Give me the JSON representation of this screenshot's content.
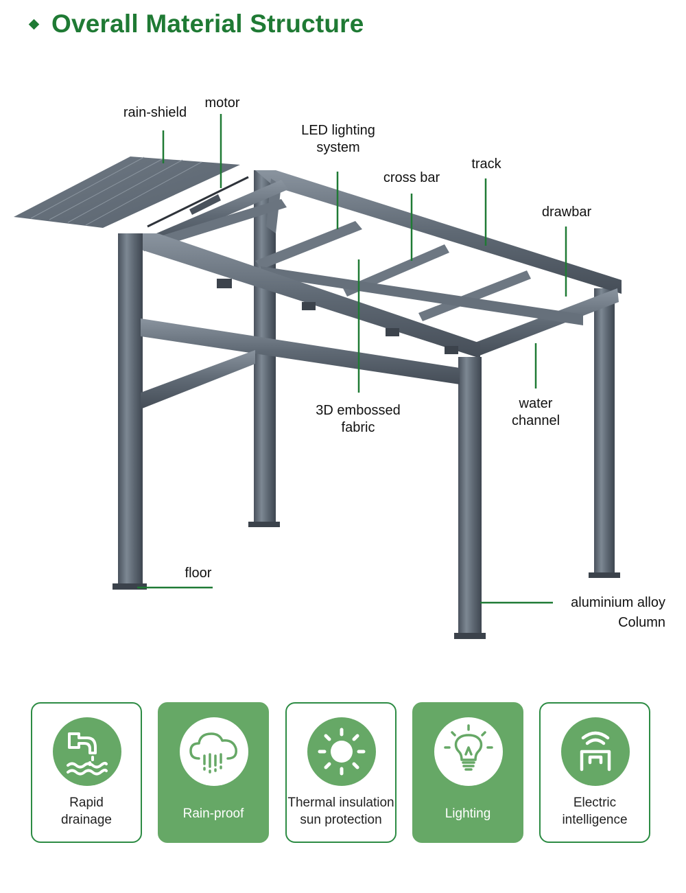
{
  "header": {
    "title": "Overall Material Structure"
  },
  "diagram": {
    "callouts": [
      {
        "id": "rain-shield",
        "lines": [
          "rain-shield"
        ]
      },
      {
        "id": "motor",
        "lines": [
          "motor"
        ]
      },
      {
        "id": "led",
        "lines": [
          "LED lighting",
          "system"
        ]
      },
      {
        "id": "track",
        "lines": [
          "track"
        ]
      },
      {
        "id": "cross-bar",
        "lines": [
          "cross bar"
        ]
      },
      {
        "id": "drawbar",
        "lines": [
          "drawbar"
        ]
      },
      {
        "id": "fabric",
        "lines": [
          "3D embossed",
          "fabric"
        ]
      },
      {
        "id": "water-channel",
        "lines": [
          "water",
          "channel"
        ]
      },
      {
        "id": "floor",
        "lines": [
          "floor"
        ]
      },
      {
        "id": "column",
        "lines": [
          "aluminium alloy",
          "Column"
        ]
      }
    ]
  },
  "features": [
    {
      "lines": [
        "Rapid",
        "drainage"
      ],
      "icon": "drainage-icon",
      "filled": false
    },
    {
      "lines": [
        "Rain-proof"
      ],
      "icon": "rain-cloud-icon",
      "filled": true
    },
    {
      "lines": [
        "Thermal insulation",
        "sun protection"
      ],
      "icon": "sun-icon",
      "filled": false
    },
    {
      "lines": [
        "Lighting"
      ],
      "icon": "light-bulb-icon",
      "filled": true
    },
    {
      "lines": [
        "Electric",
        "intelligence"
      ],
      "icon": "wireless-remote-icon",
      "filled": false
    }
  ],
  "colors": {
    "accent": "#1f7a34",
    "card_fill": "#66a866",
    "frame": "#5a6470"
  }
}
